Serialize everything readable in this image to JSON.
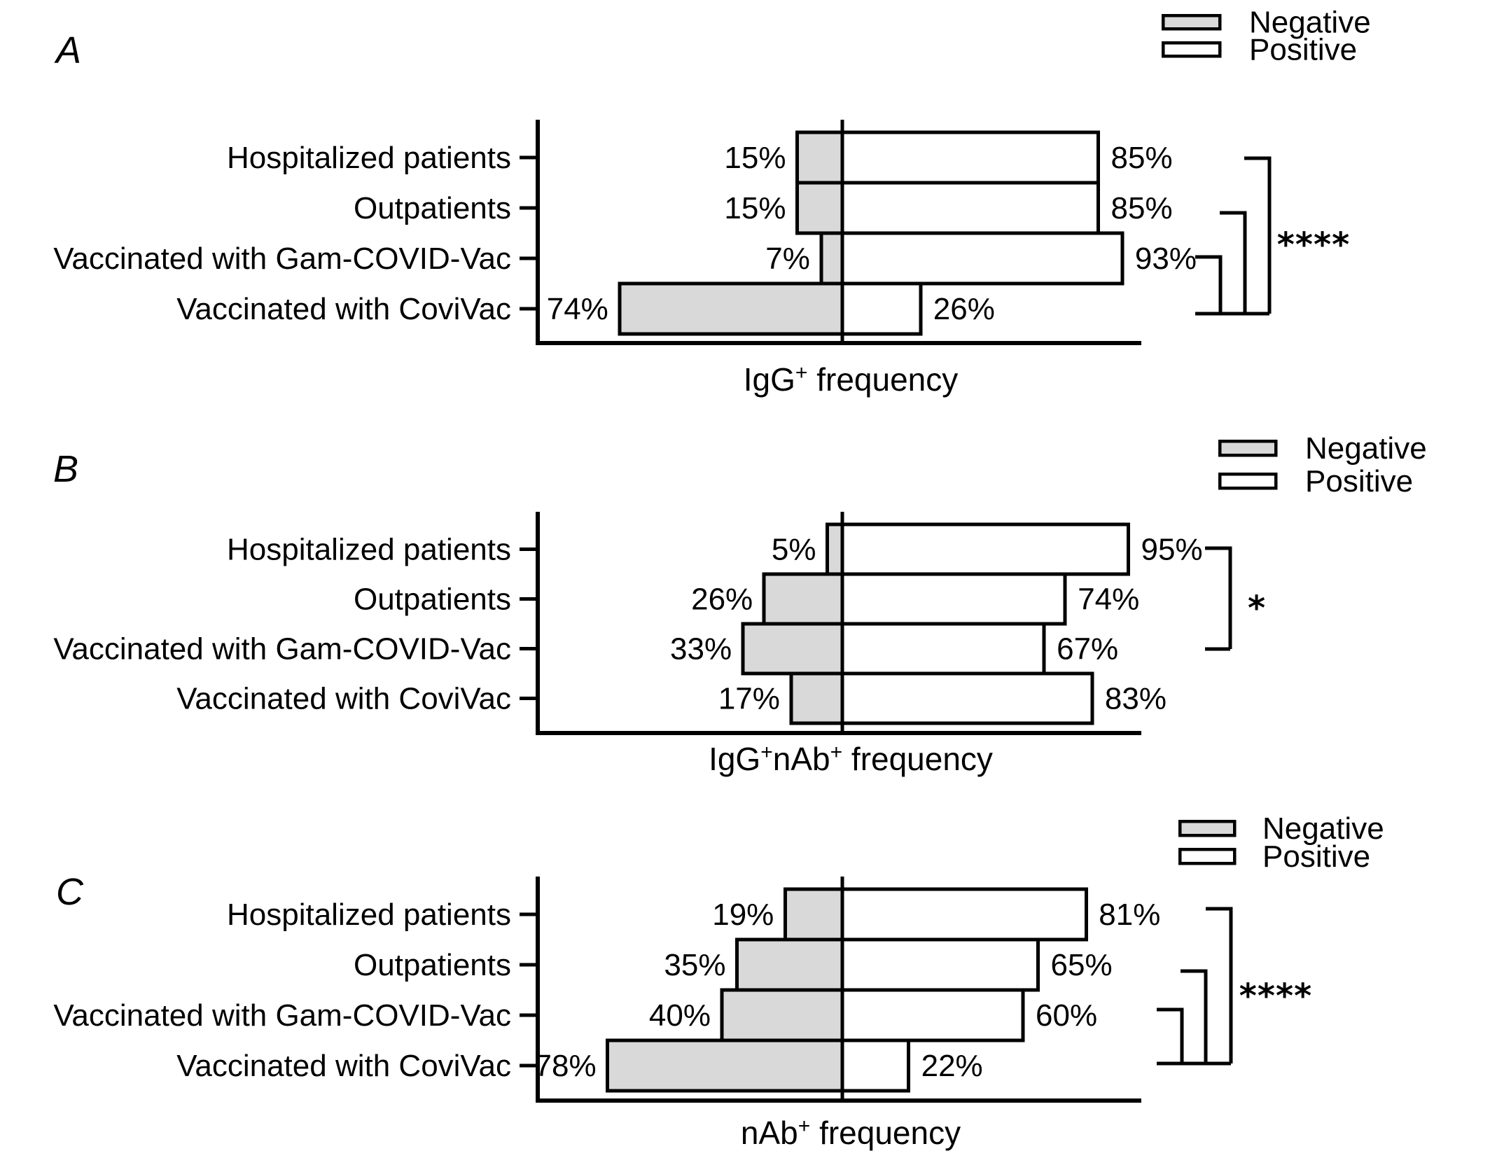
{
  "background_color": "#ffffff",
  "accent_colors": {
    "negative_fill": "#d9d9d9",
    "positive_fill": "#ffffff",
    "line": "#000000"
  },
  "chart_data": [
    {
      "type": "bar",
      "orientation": "horizontal_diverging",
      "panel": "A",
      "xlabel": "IgG+ frequency",
      "xlabel_parts": [
        {
          "text": "IgG"
        },
        {
          "text": "+",
          "sup": true
        },
        {
          "text": " frequency"
        }
      ],
      "categories": [
        "Hospitalized patients",
        "Outpatients",
        "Vaccinated with Gam-COVID-Vac",
        "Vaccinated with CoviVac"
      ],
      "series": [
        {
          "name": "Negative",
          "color": "#d9d9d9",
          "values": [
            15,
            15,
            7,
            74
          ],
          "labels": [
            "15%",
            "15%",
            "7%",
            "74%"
          ]
        },
        {
          "name": "Positive",
          "color": "#ffffff",
          "values": [
            85,
            85,
            93,
            26
          ],
          "labels": [
            "85%",
            "85%",
            "93%",
            "26%"
          ]
        }
      ],
      "legend": {
        "position": "top-right",
        "entries": [
          "Negative",
          "Positive"
        ]
      },
      "significance": {
        "label": "****",
        "comparisons": [
          [
            "Hospitalized patients",
            "Vaccinated with CoviVac"
          ],
          [
            "Outpatients",
            "Vaccinated with CoviVac"
          ],
          [
            "Vaccinated with Gam-COVID-Vac",
            "Vaccinated with CoviVac"
          ]
        ]
      },
      "x_axis": {
        "min": -100,
        "max": 100,
        "zero_line": true,
        "tick_labels_shown": false,
        "grid": false
      }
    },
    {
      "type": "bar",
      "orientation": "horizontal_diverging",
      "panel": "B",
      "xlabel": "IgG+nAb+ frequency",
      "xlabel_parts": [
        {
          "text": "IgG"
        },
        {
          "text": "+",
          "sup": true
        },
        {
          "text": "nAb"
        },
        {
          "text": "+",
          "sup": true
        },
        {
          "text": " frequency"
        }
      ],
      "categories": [
        "Hospitalized patients",
        "Outpatients",
        "Vaccinated with Gam-COVID-Vac",
        "Vaccinated with CoviVac"
      ],
      "series": [
        {
          "name": "Negative",
          "color": "#d9d9d9",
          "values": [
            5,
            26,
            33,
            17
          ],
          "labels": [
            "5%",
            "26%",
            "33%",
            "17%"
          ]
        },
        {
          "name": "Positive",
          "color": "#ffffff",
          "values": [
            95,
            74,
            67,
            83
          ],
          "labels": [
            "95%",
            "74%",
            "67%",
            "83%"
          ]
        }
      ],
      "legend": {
        "position": "top-right",
        "entries": [
          "Negative",
          "Positive"
        ]
      },
      "significance": {
        "label": "*",
        "comparisons": [
          [
            "Hospitalized patients",
            "Vaccinated with Gam-COVID-Vac"
          ]
        ]
      },
      "x_axis": {
        "min": -100,
        "max": 100,
        "zero_line": true,
        "tick_labels_shown": false,
        "grid": false
      }
    },
    {
      "type": "bar",
      "orientation": "horizontal_diverging",
      "panel": "C",
      "xlabel": "nAb+ frequency",
      "xlabel_parts": [
        {
          "text": "nAb"
        },
        {
          "text": "+",
          "sup": true
        },
        {
          "text": " frequency"
        }
      ],
      "categories": [
        "Hospitalized patients",
        "Outpatients",
        "Vaccinated with Gam-COVID-Vac",
        "Vaccinated with CoviVac"
      ],
      "series": [
        {
          "name": "Negative",
          "color": "#d9d9d9",
          "values": [
            19,
            35,
            40,
            78
          ],
          "labels": [
            "19%",
            "35%",
            "40%",
            "78%"
          ]
        },
        {
          "name": "Positive",
          "color": "#ffffff",
          "values": [
            81,
            65,
            60,
            22
          ],
          "labels": [
            "81%",
            "65%",
            "60%",
            "22%"
          ]
        }
      ],
      "legend": {
        "position": "top-right",
        "entries": [
          "Negative",
          "Positive"
        ]
      },
      "significance": {
        "label": "****",
        "comparisons": [
          [
            "Hospitalized patients",
            "Vaccinated with CoviVac"
          ],
          [
            "Outpatients",
            "Vaccinated with CoviVac"
          ],
          [
            "Vaccinated with Gam-COVID-Vac",
            "Vaccinated with CoviVac"
          ]
        ]
      },
      "x_axis": {
        "min": -100,
        "max": 100,
        "zero_line": true,
        "tick_labels_shown": false,
        "grid": false
      }
    }
  ]
}
